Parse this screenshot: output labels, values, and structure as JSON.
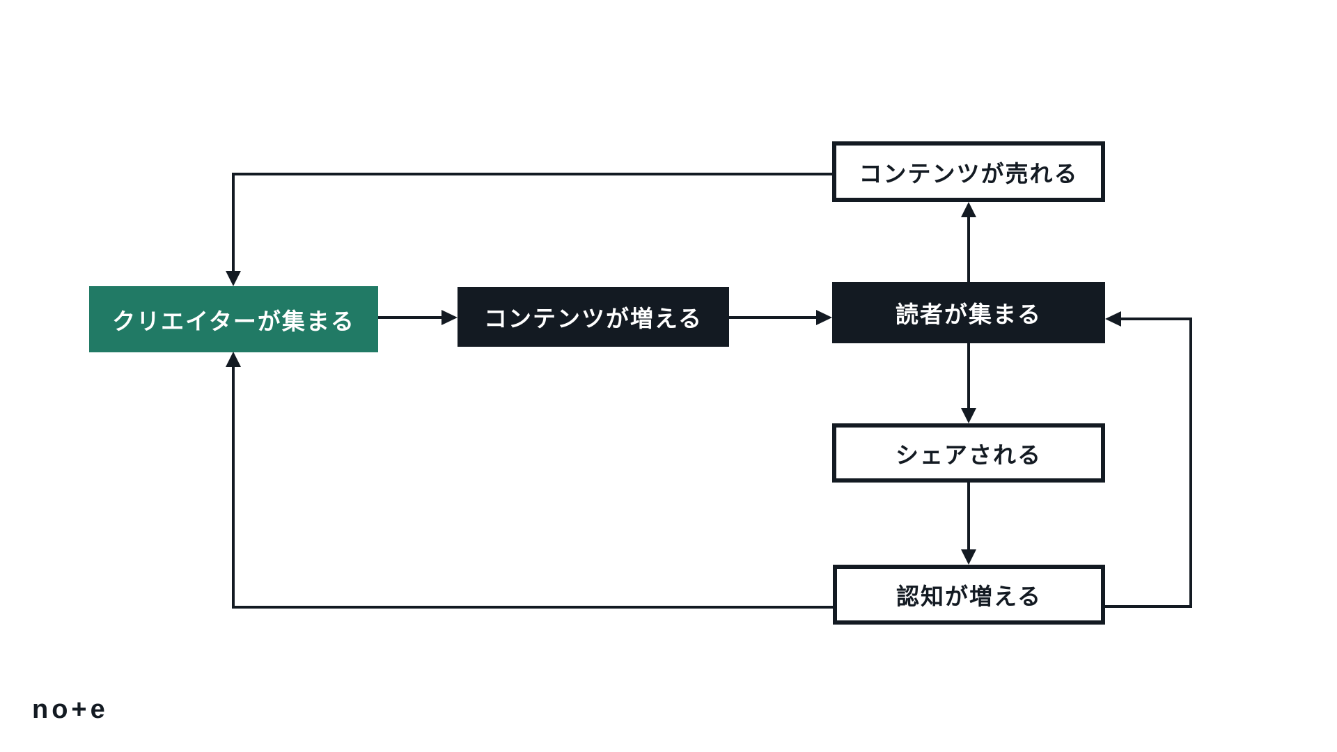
{
  "theme": {
    "bg": "#ffffff",
    "ink": "#131a22",
    "green": "#217a65",
    "text_light": "#ffffff"
  },
  "diagram": {
    "nodes": [
      {
        "id": "creators",
        "label": "クリエイターが集まる",
        "style": "green"
      },
      {
        "id": "contents_increase",
        "label": "コンテンツが増える",
        "style": "dark"
      },
      {
        "id": "readers_gather",
        "label": "読者が集まる",
        "style": "dark"
      },
      {
        "id": "contents_sell",
        "label": "コンテンツが売れる",
        "style": "outline"
      },
      {
        "id": "shared",
        "label": "シェアされる",
        "style": "outline"
      },
      {
        "id": "awareness_grows",
        "label": "認知が増える",
        "style": "outline"
      }
    ],
    "edges": [
      {
        "from": "creators",
        "to": "contents_increase"
      },
      {
        "from": "contents_increase",
        "to": "readers_gather"
      },
      {
        "from": "readers_gather",
        "to": "contents_sell"
      },
      {
        "from": "contents_sell",
        "to": "creators"
      },
      {
        "from": "readers_gather",
        "to": "shared"
      },
      {
        "from": "shared",
        "to": "awareness_grows"
      },
      {
        "from": "awareness_grows",
        "to": "creators"
      },
      {
        "from": "awareness_grows",
        "to": "readers_gather"
      }
    ]
  },
  "footer": {
    "logo_text": "no+e"
  }
}
